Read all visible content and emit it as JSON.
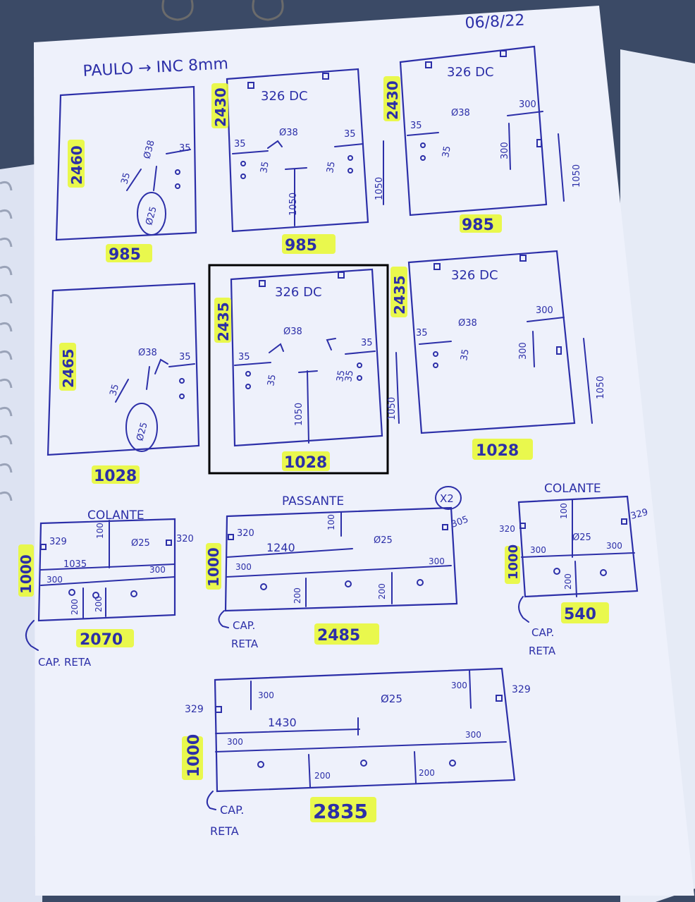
{
  "page": {
    "date": "06/8/22",
    "header": "PAULO → INC 8mm"
  },
  "row1": {
    "p1": {
      "height": "2460",
      "width": "985",
      "dims": [
        "35",
        "35",
        "Ø38",
        "Ø25"
      ]
    },
    "p2": {
      "height": "2430",
      "width": "985",
      "label": "326 DC",
      "dims": [
        "35",
        "35",
        "35",
        "Ø38",
        "35",
        "1050"
      ],
      "side": "1050"
    },
    "p3": {
      "height": "2430",
      "width": "985",
      "label": "326 DC",
      "dims": [
        "35",
        "35",
        "Ø38",
        "300",
        "300"
      ],
      "side": "1050"
    }
  },
  "row2": {
    "p4": {
      "height": "2465",
      "width": "1028",
      "dims": [
        "35",
        "35",
        "Ø38",
        "Ø25"
      ]
    },
    "p5": {
      "height": "2435",
      "width": "1028",
      "label": "326 DC",
      "dims": [
        "35",
        "35",
        "35",
        "Ø38",
        "35",
        "35",
        "1050"
      ],
      "side": "1050"
    },
    "p6": {
      "height": "2435",
      "width": "1028",
      "label": "326 DC",
      "dims": [
        "35",
        "35",
        "Ø38",
        "300",
        "300"
      ],
      "side": "1050"
    }
  },
  "row3": {
    "p7": {
      "title": "COLANTE",
      "height": "1000",
      "width": "2070",
      "note": "CAP. RETA",
      "dims": [
        "329",
        "320",
        "100",
        "Ø25",
        "1035",
        "300",
        "300",
        "200",
        "200"
      ]
    },
    "p8": {
      "title": "PASSANTE",
      "qty": "X2",
      "height": "1000",
      "width": "2485",
      "note1": "CAP.",
      "note2": "RETA",
      "dims": [
        "320",
        "305",
        "100",
        "1240",
        "Ø25",
        "300",
        "300",
        "200",
        "200"
      ]
    },
    "p9": {
      "title": "COLANTE",
      "height": "1000",
      "width": "540",
      "note1": "CAP.",
      "note2": "RETA",
      "dims": [
        "320",
        "329",
        "100",
        "Ø25",
        "300",
        "300",
        "200"
      ]
    }
  },
  "row4": {
    "p10": {
      "height": "1000",
      "width": "2835",
      "note1": "CAP.",
      "note2": "RETA",
      "dims": [
        "329",
        "329",
        "300",
        "Ø25",
        "300",
        "1430",
        "300",
        "300",
        "200",
        "200"
      ]
    }
  }
}
